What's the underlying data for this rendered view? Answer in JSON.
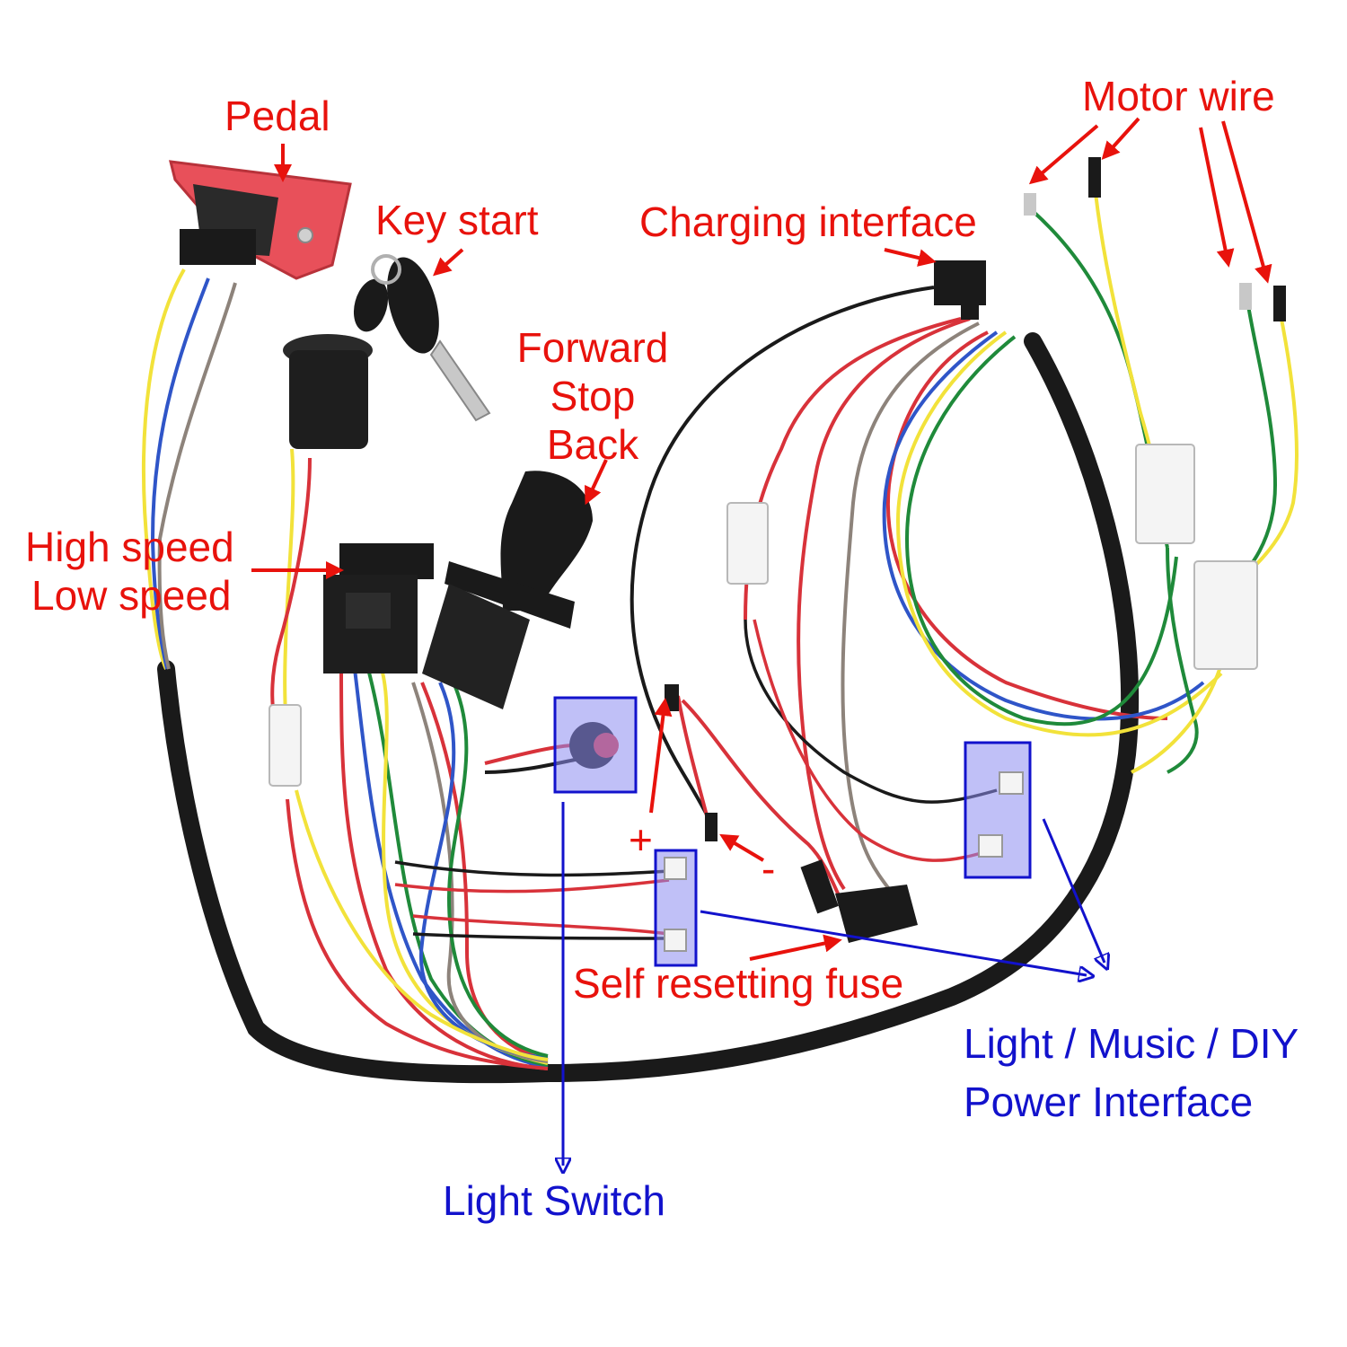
{
  "labels": {
    "pedal": "Pedal",
    "key_start": "Key start",
    "charging_interface": "Charging interface",
    "motor_wire": "Motor wire",
    "direction_forward": "Forward",
    "direction_stop": "Stop",
    "direction_back": "Back",
    "high_speed": "High speed",
    "low_speed": "Low speed",
    "plus_sign": "+",
    "minus_sign": "-",
    "self_resetting_fuse": "Self resetting fuse",
    "light_switch": "Light Switch",
    "power_interface_line1": "Light / Music / DIY",
    "power_interface_line2": "Power Interface"
  },
  "colors": {
    "callout_red": "#e8120c",
    "callout_blue": "#1212cc",
    "highlight_box": "#8c8cf0",
    "wire_red": "#d8323a",
    "wire_black": "#1a1a1a",
    "wire_yellow": "#f2e23a",
    "wire_blue": "#2f55c8",
    "wire_green": "#1f8a3a",
    "wire_gray": "#8d837b",
    "pedal_body": "#e8505a"
  }
}
